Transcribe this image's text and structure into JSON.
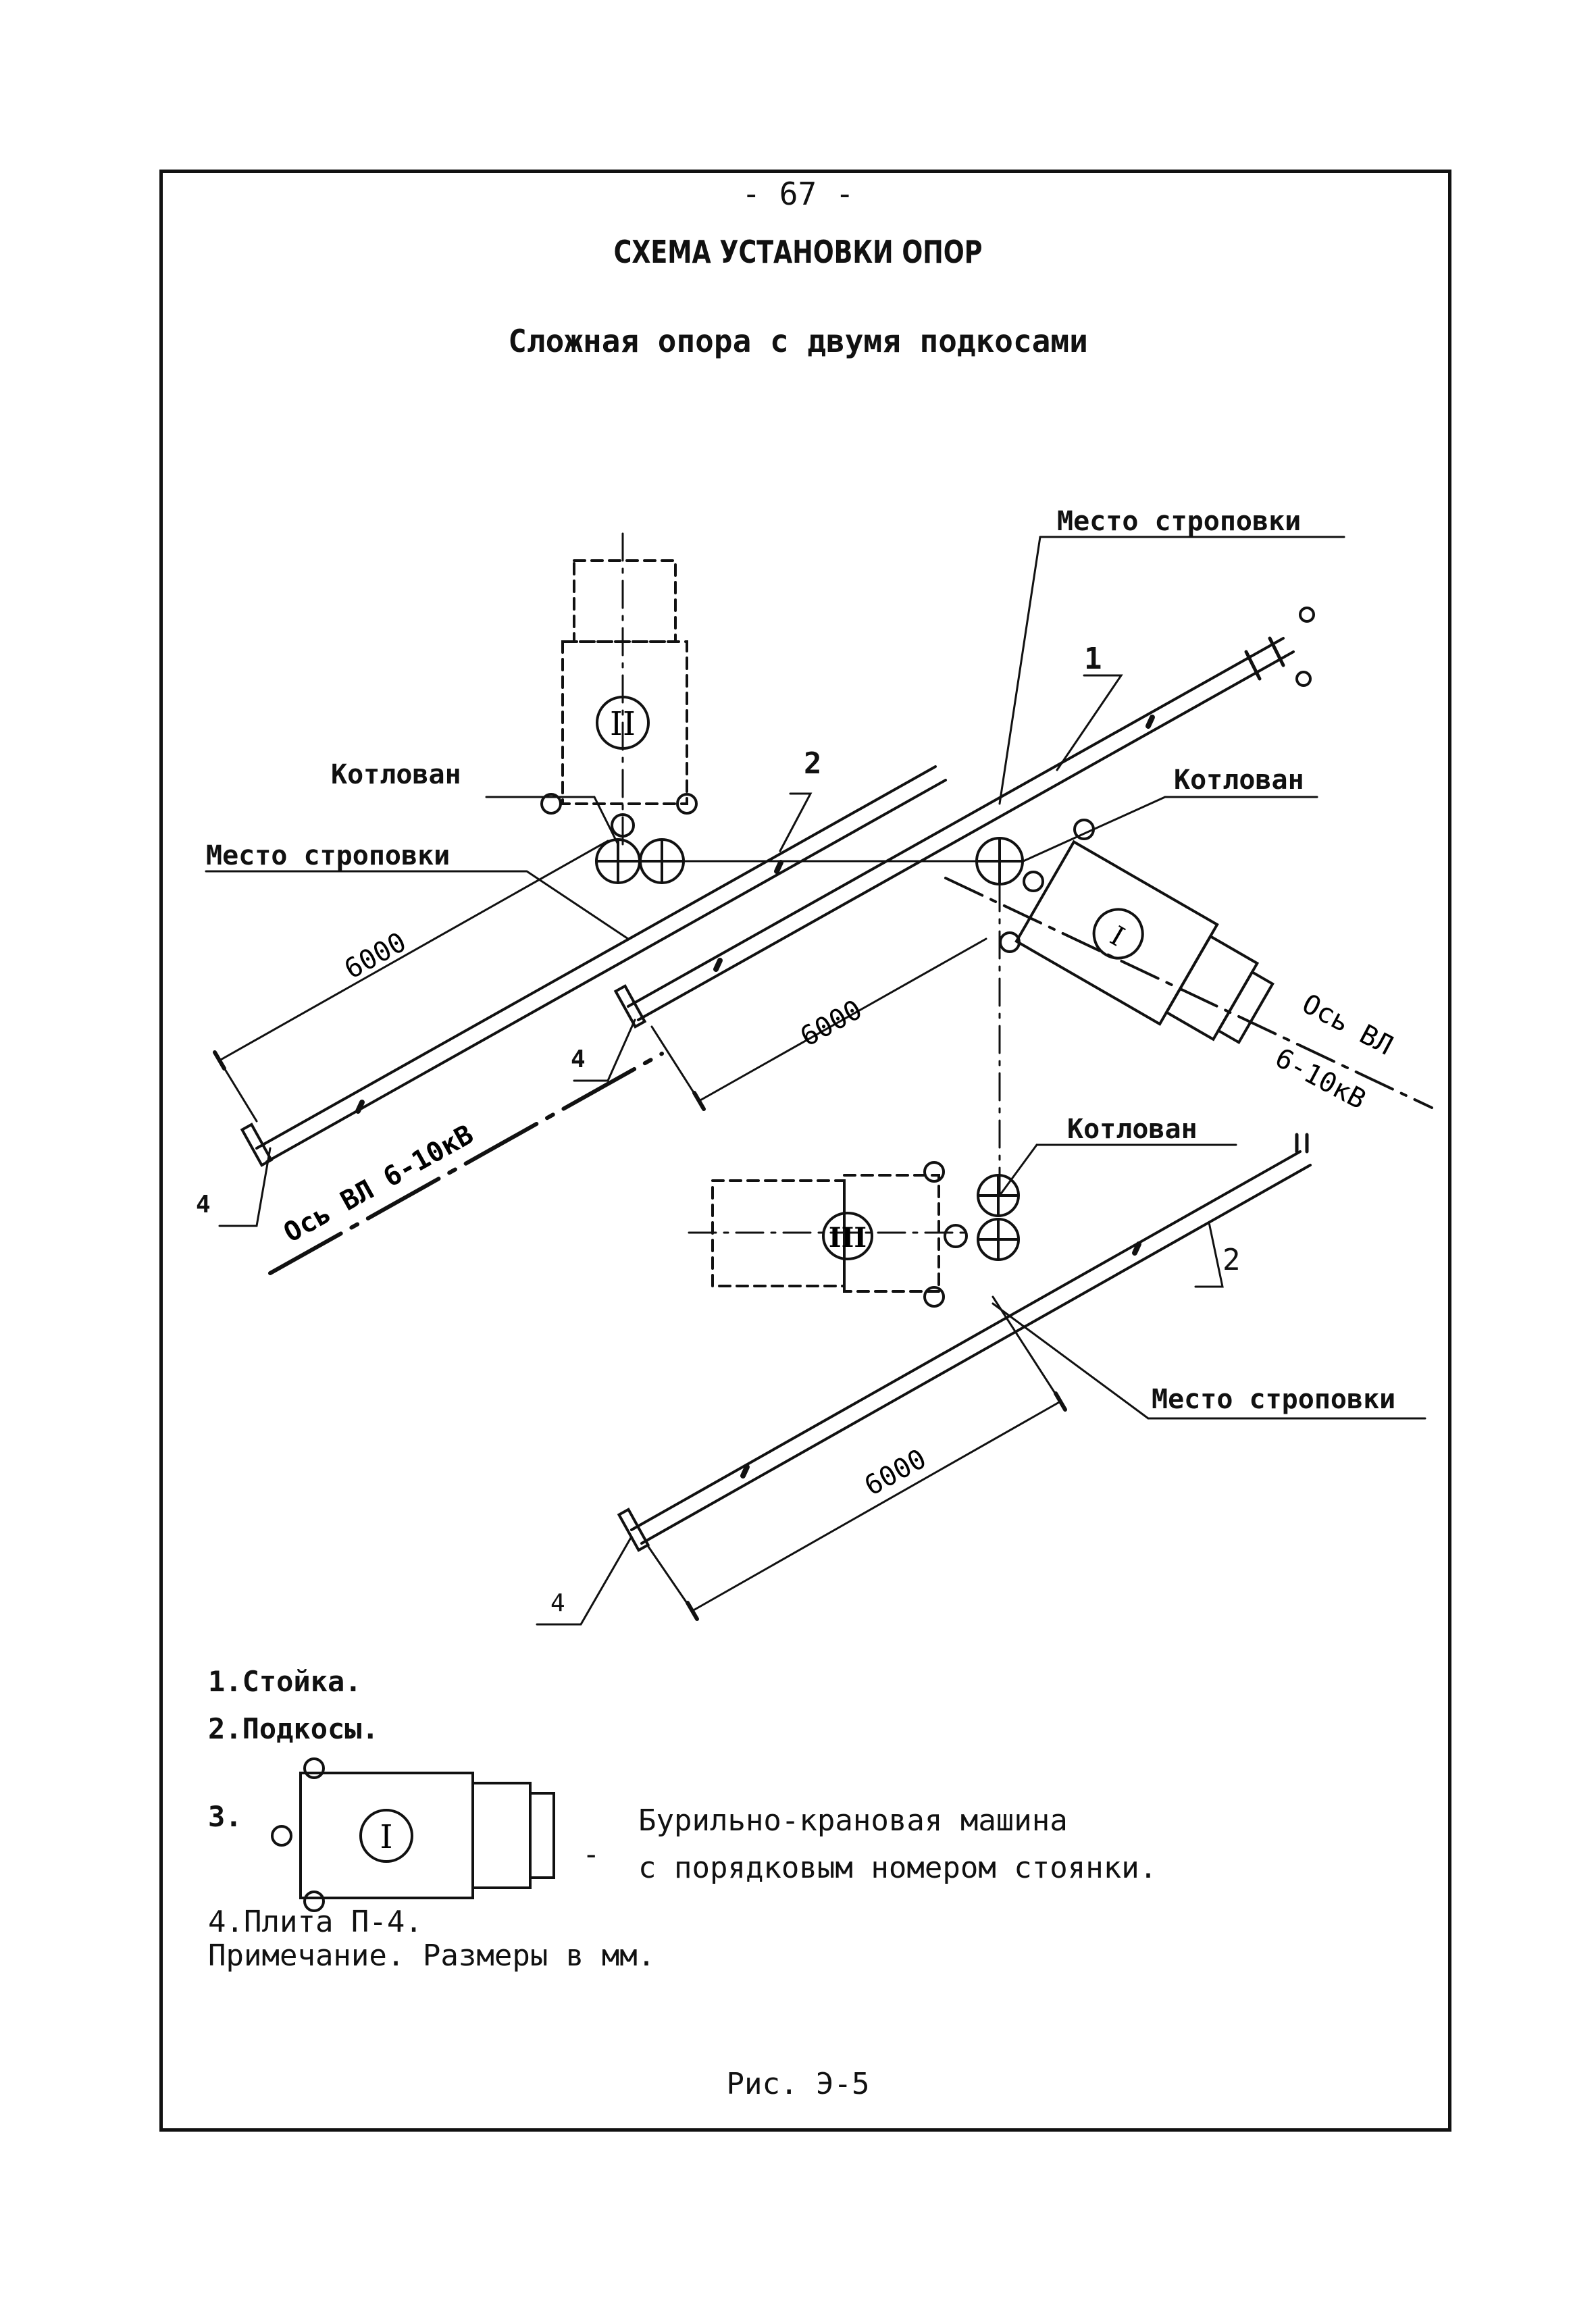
{
  "header": {
    "page_number": "- 67 -",
    "title": "СХЕМА УСТАНОВКИ ОПОР",
    "subtitle": "Сложная опора с двумя подкосами"
  },
  "labels": {
    "sling_place_top": "Место строповки",
    "sling_place_left": "Место строповки",
    "sling_place_bottom": "Место строповки",
    "pit_left": "Котлован",
    "pit_right": "Котлован",
    "pit_bottom": "Котлован",
    "axis_left": "Ось ВЛ 6-10кВ",
    "axis_right_1": "Ось ВЛ",
    "axis_right_2": "6-10кВ",
    "dim_left": "6000",
    "dim_middle": "6000",
    "dim_bottom": "6000",
    "num_1": "1",
    "num_2_top": "2",
    "num_2_bottom": "2",
    "num_4_left": "4",
    "num_4_middle": "4",
    "num_4_bottom": "4",
    "machine_top": "II",
    "machine_right": "I",
    "machine_bottom": "III"
  },
  "legend": {
    "item1": "1.Стойка.",
    "item2": "2.Подкосы.",
    "item3_num": "3.",
    "item3_symbol": "I",
    "item3_dash": "-",
    "item3_text_1": "Бурильно-крановая машина",
    "item3_text_2": "с порядковым номером стоянки.",
    "item4": "4.Плита П-4.",
    "note": "Примечание. Размеры в мм."
  },
  "figure_caption": "Рис. Э-5"
}
